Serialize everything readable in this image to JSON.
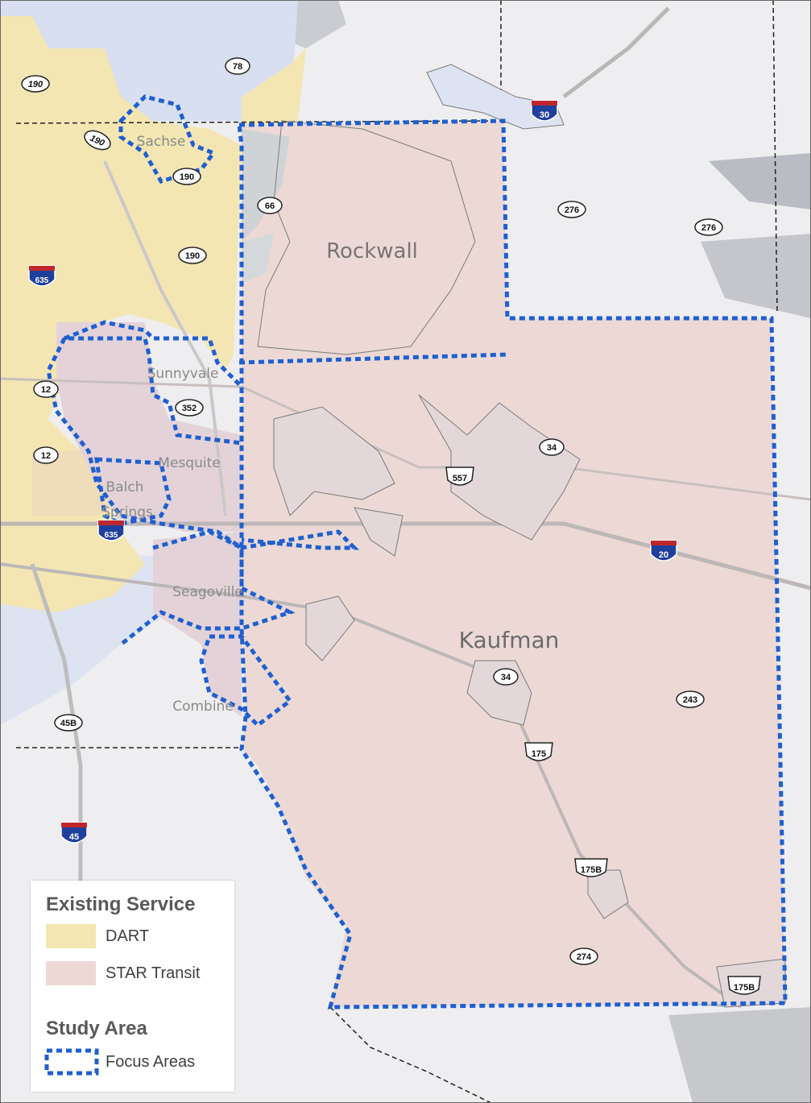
{
  "places": {
    "rockwall": "Rockwall",
    "kaufman": "Kaufman",
    "sachse": "Sachse",
    "sunnyvale": "Sunnyvale",
    "mesquite": "Mesquite",
    "balch": "Balch",
    "springs": "Springs",
    "seagoville": "Seagoville",
    "combine": "Combine"
  },
  "shields": {
    "i30": "30",
    "i635_north": "635",
    "i635_south": "635",
    "i20": "20",
    "i45": "45",
    "us557": "557",
    "us175": "175",
    "us175b_a": "175B",
    "us175b_b": "175B",
    "s190_a": "190",
    "s190_b": "190",
    "s190_c": "190",
    "s190_d": "190",
    "s78": "78",
    "s66": "66",
    "s276_a": "276",
    "s276_b": "276",
    "s12_a": "12",
    "s12_b": "12",
    "s352": "352",
    "s34_a": "34",
    "s34_b": "34",
    "s243": "243",
    "s274": "274",
    "s45b": "45B"
  },
  "legend": {
    "existing_title": "Existing Service",
    "dart": "DART",
    "star": "STAR Transit",
    "study_title": "Study Area",
    "focus": "Focus Areas"
  },
  "colors": {
    "dart": "#f3e6b3",
    "star": "#ecd9d5",
    "focus": "#1f5fd0",
    "interstate_blue": "#1f3f9c",
    "interstate_red": "#c0272d"
  }
}
